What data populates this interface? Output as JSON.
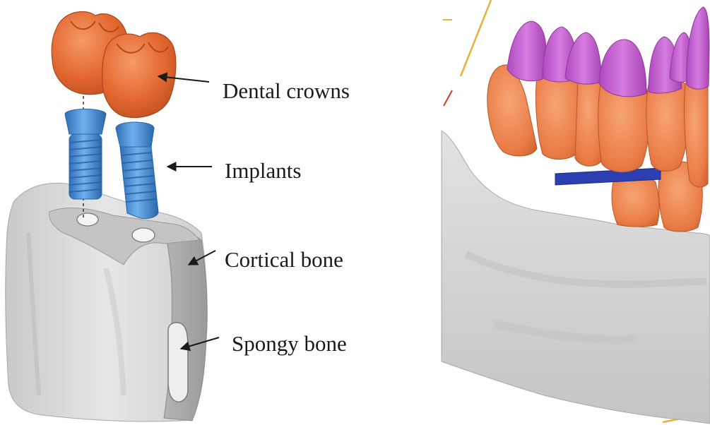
{
  "labels": {
    "crowns": "Dental crowns",
    "implants": "Implants",
    "cortical": "Cortical bone",
    "spongy": "Spongy bone"
  },
  "colors": {
    "crown": "#e8703e",
    "crown_dark": "#b84a22",
    "implant": "#4a93d8",
    "implant_dark": "#2a64a8",
    "bone": "#d8d8d8",
    "bone_dark": "#9c9c9c",
    "enamel_pink": "#c05ac8",
    "occlusal_plane": "#2b3fb0",
    "guide_line": "#e6b23a",
    "arrow": "#1a1a1a"
  }
}
